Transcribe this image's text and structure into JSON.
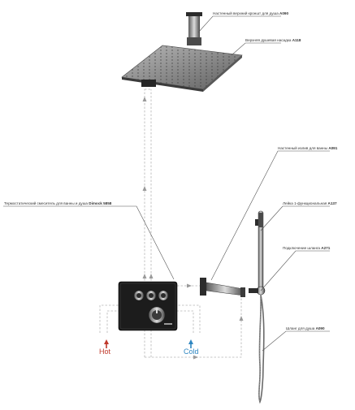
{
  "labels": {
    "ceiling_arm": {
      "text": "Настенный верхний кроншт для душа",
      "code": "A090"
    },
    "overhead_shower": {
      "text": "Верхняя душевая насадка",
      "code": "A118"
    },
    "wall_spout": {
      "text": "Настенный излив для ванны",
      "code": "A091"
    },
    "hand_shower": {
      "text": "Лейка 1-функциональная",
      "code": "A137"
    },
    "hose_outlet": {
      "text": "Подключение шланга",
      "code": "A271"
    },
    "hose": {
      "text": "Шланг для душа",
      "code": "A090"
    },
    "mixer": {
      "text": "Термостатический смеситель для ванны и душа",
      "code": "Dimock 5858"
    }
  },
  "hot_label": "Hot",
  "cold_label": "Cold",
  "colors": {
    "hot": "#c0392b",
    "cold": "#2e86c1",
    "leader": "#555555",
    "dash": "#b5b5b5",
    "chrome": "#8a8a8a",
    "plate": "#1c1c1c"
  }
}
